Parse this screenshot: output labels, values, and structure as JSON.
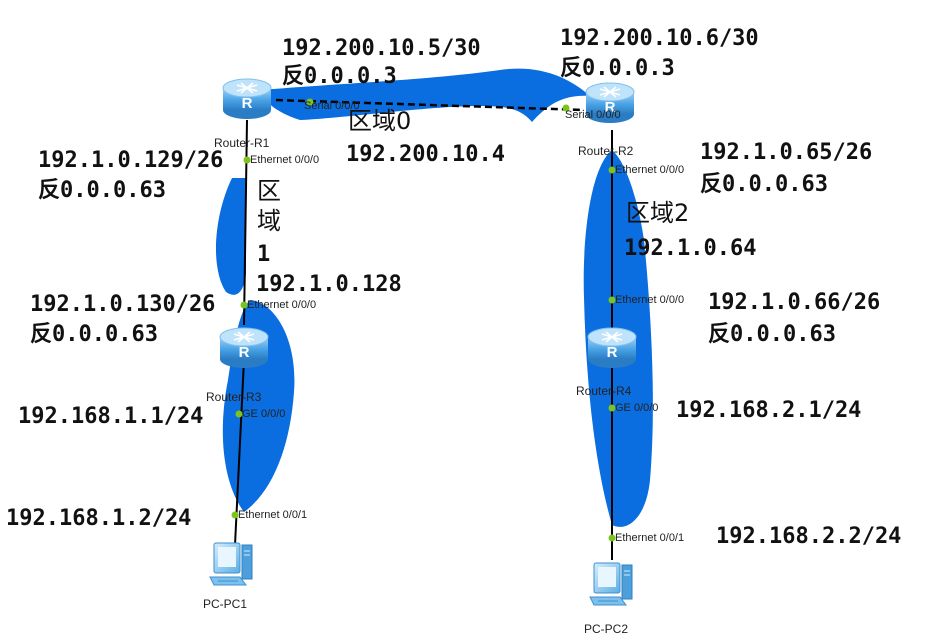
{
  "colors": {
    "area": "#0a6ee0",
    "link": "#000000",
    "port_dot": "#7cc31c",
    "router_body": "#4aa3e6",
    "pc_body": "#6fb8e8"
  },
  "devices": {
    "r1": {
      "name": "Router-R1",
      "icon": "router-icon"
    },
    "r2": {
      "name": "Router-R2",
      "icon": "router-icon"
    },
    "r3": {
      "name": "Router-R3",
      "icon": "router-icon"
    },
    "r4": {
      "name": "Router-R4",
      "icon": "router-icon"
    },
    "pc1": {
      "name": "PC-PC1",
      "icon": "pc-icon"
    },
    "pc2": {
      "name": "PC-PC2",
      "icon": "pc-icon"
    }
  },
  "ports": {
    "r1_serial": "Serial 0/0/0",
    "r2_serial": "Serial 0/0/0",
    "r1_eth": "Ethernet 0/0/0",
    "r3_eth": "Ethernet 0/0/0",
    "r3_ge": "GE 0/0/0",
    "pc1_eth": "Ethernet 0/0/1",
    "r2_eth": "Ethernet 0/0/0",
    "r4_eth": "Ethernet 0/0/0",
    "r4_ge": "GE 0/0/0",
    "pc2_eth": "Ethernet 0/0/1"
  },
  "annotations": {
    "r1_serial_ip": "192.200.10.5/30",
    "r1_serial_wc": "反0.0.0.3",
    "r2_serial_ip": "192.200.10.6/30",
    "r2_serial_wc": "反0.0.0.3",
    "area0_label": "区域0",
    "area0_net": "192.200.10.4",
    "r1_eth_ip": "192.1.0.129/26",
    "r1_eth_wc": "反0.0.0.63",
    "area1_c1": "区",
    "area1_c2": "域",
    "area1_c3": "1",
    "area1_net": "192.1.0.128",
    "r3_eth_ip": "192.1.0.130/26",
    "r3_eth_wc": "反0.0.0.63",
    "r3_ge_ip": "192.168.1.1/24",
    "pc1_ip": "192.168.1.2/24",
    "r2_eth_ip": "192.1.0.65/26",
    "r2_eth_wc": "反0.0.0.63",
    "area2_label": "区域2",
    "area2_net": "192.1.0.64",
    "r4_eth_ip": "192.1.0.66/26",
    "r4_eth_wc": "反0.0.0.63",
    "r4_ge_ip": "192.168.2.1/24",
    "pc2_ip": "192.168.2.2/24"
  }
}
